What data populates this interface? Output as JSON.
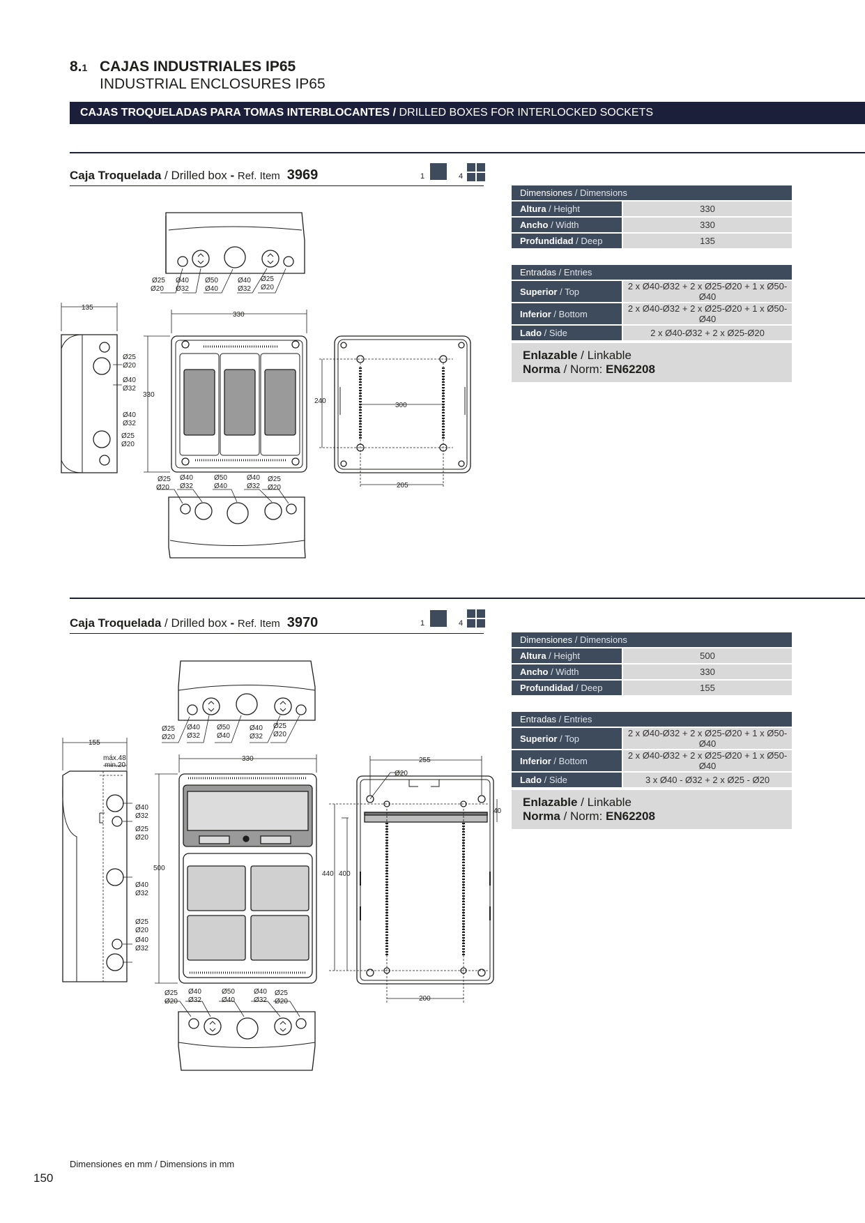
{
  "header": {
    "section_number": "8.",
    "section_sub": "1",
    "title_es": "CAJAS INDUSTRIALES IP65",
    "title_en": "INDUSTRIAL ENCLOSURES IP65",
    "band_es": "CAJAS TROQUELADAS PARA TOMAS INTERBLOCANTES /",
    "band_en": " DRILLED BOXES FOR INTERLOCKED SOCKETS"
  },
  "products": [
    {
      "name_es": "Caja Troquelada",
      "name_en": " / Drilled box ",
      "ref_sep": "- ",
      "ref_label": "Ref.",
      "ref_item": " Item",
      "ref_number": "3969",
      "pack_1": "1",
      "pack_4": "4",
      "dimensions_header_es": "Dimensiones",
      "dimensions_header_en": " / Dimensions",
      "dimensions": [
        {
          "es": "Altura",
          "en": " / Height",
          "value": "330"
        },
        {
          "es": "Ancho",
          "en": " / Width",
          "value": "330"
        },
        {
          "es": "Profundidad",
          "en": " / Deep",
          "value": "135"
        }
      ],
      "entries_header_es": "Entradas",
      "entries_header_en": " / Entries",
      "entries": [
        {
          "es": "Superior",
          "en": " / Top",
          "value": "2 x Ø40-Ø32 + 2 x Ø25-Ø20 + 1 x Ø50-Ø40"
        },
        {
          "es": "Inferior",
          "en": " / Bottom",
          "value": "2 x Ø40-Ø32 + 2 x Ø25-Ø20 + 1 x Ø50-Ø40"
        },
        {
          "es": "Lado",
          "en": " / Side",
          "value": "2 x Ø40-Ø32 + 2 x Ø25-Ø20"
        }
      ],
      "linkable_es": "Enlazable",
      "linkable_en": " / Linkable",
      "norm_es": "Norma",
      "norm_en": " / Norm: ",
      "norm_value": "EN62208",
      "drawing": {
        "top_holes": [
          "Ø25",
          "Ø20",
          "Ø40",
          "Ø32",
          "Ø50",
          "Ø40",
          "Ø40",
          "Ø32",
          "Ø25",
          "Ø20"
        ],
        "side_holes": [
          "Ø25",
          "Ø20",
          "Ø40",
          "Ø32",
          "Ø40",
          "Ø32",
          "Ø25",
          "Ø20"
        ],
        "bottom_holes": [
          "Ø25",
          "Ø20",
          "Ø40",
          "Ø32",
          "Ø50",
          "Ø40",
          "Ø40",
          "Ø32",
          "Ø25",
          "Ø20"
        ],
        "dim_depth": "135",
        "dim_width": "330",
        "dim_height": "330",
        "dim_rail_height": "240",
        "dim_rail_width": "300",
        "dim_rail_spacing": "205"
      }
    },
    {
      "name_es": "Caja Troquelada",
      "name_en": " / Drilled box ",
      "ref_sep": "- ",
      "ref_label": "Ref.",
      "ref_item": " Item",
      "ref_number": "3970",
      "pack_1": "1",
      "pack_4": "4",
      "dimensions_header_es": "Dimensiones",
      "dimensions_header_en": " / Dimensions",
      "dimensions": [
        {
          "es": "Altura",
          "en": " / Height",
          "value": "500"
        },
        {
          "es": "Ancho",
          "en": " / Width",
          "value": "330"
        },
        {
          "es": "Profundidad",
          "en": " / Deep",
          "value": "155"
        }
      ],
      "entries_header_es": "Entradas",
      "entries_header_en": " / Entries",
      "entries": [
        {
          "es": "Superior",
          "en": " / Top",
          "value": "2 x Ø40-Ø32 + 2 x Ø25-Ø20 + 1 x Ø50-Ø40"
        },
        {
          "es": "Inferior",
          "en": " / Bottom",
          "value": "2 x Ø40-Ø32 + 2 x Ø25-Ø20 + 1 x Ø50-Ø40"
        },
        {
          "es": "Lado",
          "en": " / Side",
          "value": "3 x Ø40 - Ø32 + 2 x Ø25 - Ø20"
        }
      ],
      "linkable_es": "Enlazable",
      "linkable_en": " / Linkable",
      "norm_es": "Norma",
      "norm_en": " / Norm: ",
      "norm_value": "EN62208",
      "drawing": {
        "top_holes": [
          "Ø25",
          "Ø20",
          "Ø40",
          "Ø32",
          "Ø50",
          "Ø40",
          "Ø40",
          "Ø32",
          "Ø25",
          "Ø20"
        ],
        "side_holes": [
          "Ø40",
          "Ø32",
          "Ø25",
          "Ø20",
          "Ø40",
          "Ø32",
          "Ø25",
          "Ø20",
          "Ø40",
          "Ø32"
        ],
        "bottom_holes": [
          "Ø25",
          "Ø20",
          "Ø40",
          "Ø32",
          "Ø50",
          "Ø40",
          "Ø40",
          "Ø32",
          "Ø25",
          "Ø20"
        ],
        "dim_depth": "155",
        "dim_max": "máx.48",
        "dim_min": "min.20",
        "dim_width": "330",
        "dim_height": "500",
        "dim_rail_outer": "440",
        "dim_rail_inner": "400",
        "dim_rail_top": "40",
        "dim_back_width": "255",
        "dim_hole": "Ø20",
        "dim_rail_spacing": "200"
      }
    }
  ],
  "footer": {
    "note_es": "Dimensiones en mm",
    "note_en": " / Dimensions in mm",
    "page_number": "150"
  }
}
